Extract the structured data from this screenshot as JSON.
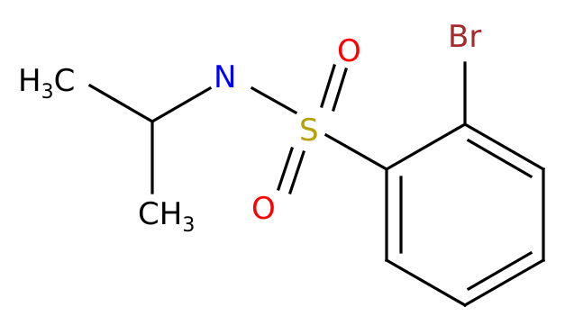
{
  "molecule": {
    "atoms": {
      "bromine": {
        "symbol": "Br",
        "color": "#a52a2a"
      },
      "nitrogen": {
        "symbol": "N",
        "color": "#0000ff"
      },
      "sulfur": {
        "symbol": "S",
        "color": "#b8a000"
      },
      "oxygen_top": {
        "symbol": "O",
        "color": "#ff0000"
      },
      "oxygen_bottom": {
        "symbol": "O",
        "color": "#ff0000"
      },
      "methyl_left": {
        "symbol": "H",
        "subscript": "3",
        "suffix": "C",
        "color": "#000000"
      },
      "methyl_right": {
        "symbol": "CH",
        "subscript": "3",
        "color": "#000000"
      }
    },
    "bond_color": "#000000"
  }
}
